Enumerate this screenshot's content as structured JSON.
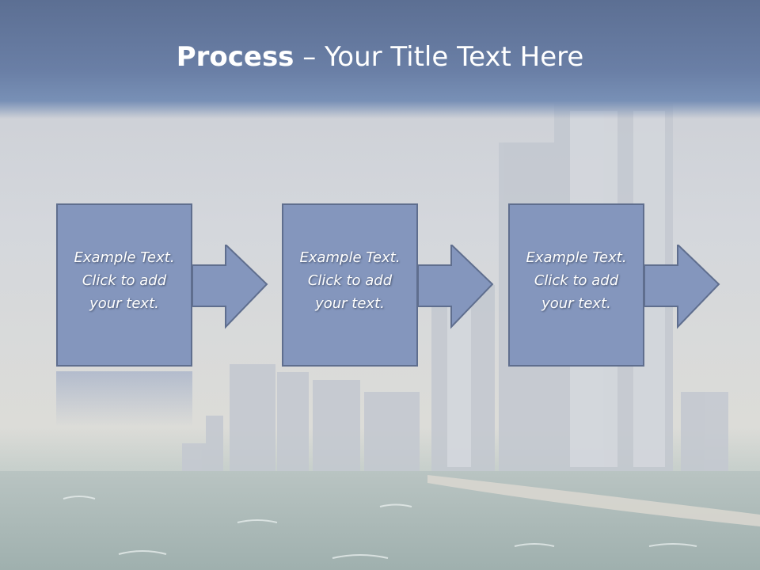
{
  "slide": {
    "title_bold": "Process",
    "title_rest": " – Your Title Text Here"
  },
  "steps": [
    {
      "line1": "Example Text.",
      "line2": "Click  to add",
      "line3": "your text."
    },
    {
      "line1": "Example Text.",
      "line2": "Click  to add",
      "line3": "your text."
    },
    {
      "line1": "Example Text.",
      "line2": "Click  to add",
      "line3": "your text."
    }
  ],
  "colors": {
    "title_bar": "#6a7fa6",
    "shape_fill": "#8496bd",
    "shape_border": "#5f6e8e",
    "text": "#ffffff"
  }
}
